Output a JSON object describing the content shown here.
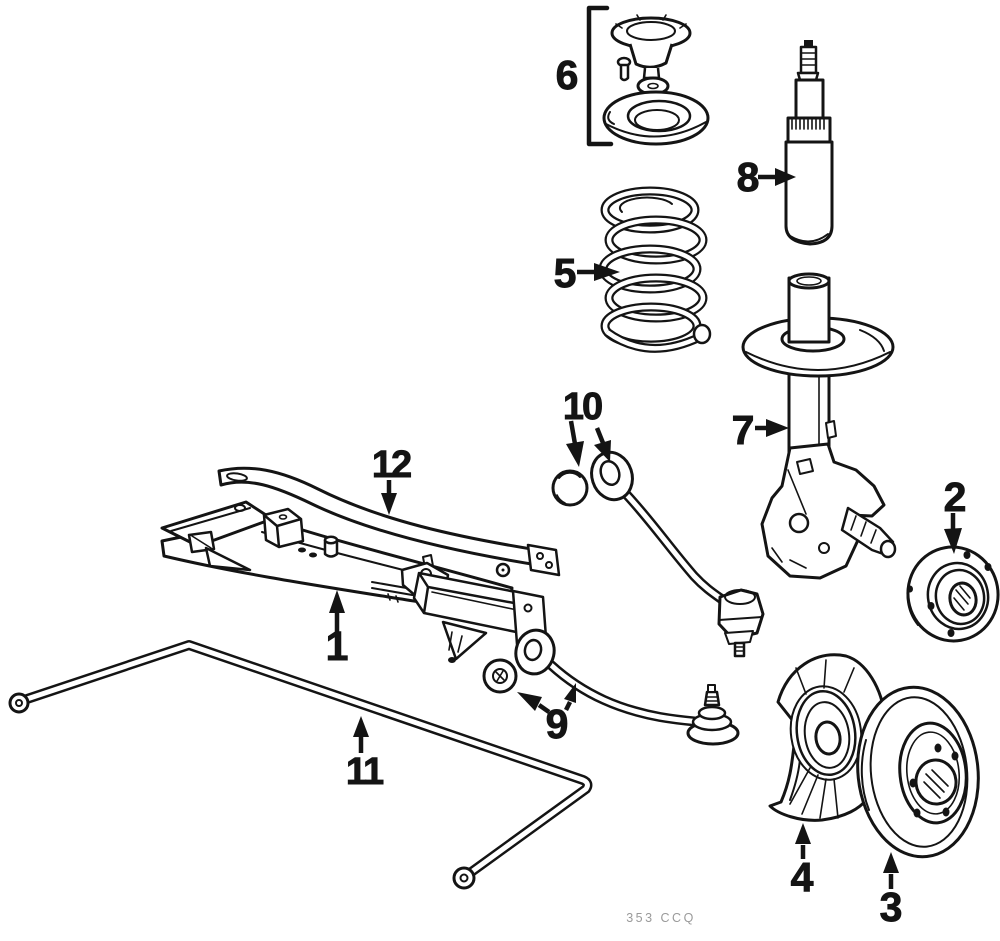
{
  "diagram": {
    "background_color": "#ffffff",
    "line_color": "#141414",
    "watermark": "353 CCQ",
    "callouts": [
      {
        "number": "1",
        "target": "front-crossmember"
      },
      {
        "number": "2",
        "target": "wheel-hub"
      },
      {
        "number": "3",
        "target": "brake-rotor"
      },
      {
        "number": "4",
        "target": "brake-splash-shield"
      },
      {
        "number": "5",
        "target": "coil-spring"
      },
      {
        "number": "6",
        "target": "strut-mount-kit"
      },
      {
        "number": "7",
        "target": "strut-housing"
      },
      {
        "number": "8",
        "target": "strut-cartridge"
      },
      {
        "number": "9",
        "target": "tension-strut-with-bushing"
      },
      {
        "number": "10",
        "target": "control-arm-with-bushing"
      },
      {
        "number": "11",
        "target": "stabilizer-bar"
      },
      {
        "number": "12",
        "target": "crossmember-reinforcement"
      }
    ]
  }
}
